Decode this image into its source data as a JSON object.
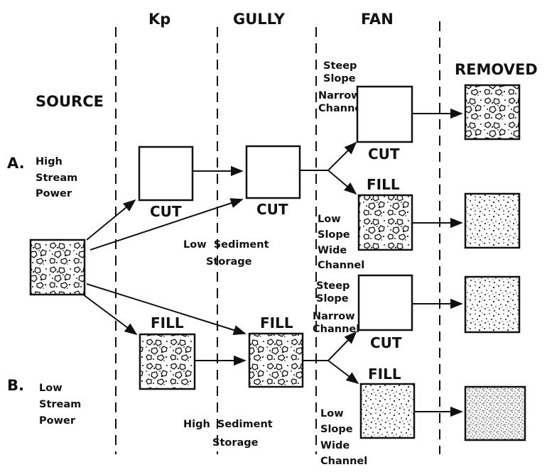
{
  "headers": {
    "source": "SOURCE",
    "kp": "Kp",
    "gully": "GULLY",
    "fan": "FAN",
    "removed": "REMOVED"
  },
  "scenario_a": {
    "letter": "A.",
    "line1": "High",
    "line2": "Stream",
    "line3": "Power"
  },
  "scenario_b": {
    "letter": "B.",
    "line1": "Low",
    "line2": "Stream",
    "line3": "Power"
  },
  "states": {
    "cut": "CUT",
    "fill": "FILL"
  },
  "fan_conditions": {
    "steep_1": "Steep",
    "steep_2": "Slope",
    "narrow_1": "Narrow",
    "narrow_2": "Channel",
    "low_1": "Low",
    "low_2": "Slope",
    "wide_1": "Wide",
    "wide_2": "Channel"
  },
  "storage": {
    "low_line1": "Low  Sediment",
    "low_line2": "Storage",
    "high_line1": "High  Sediment",
    "high_line2": "Storage"
  },
  "colors": {
    "ink": "#111111",
    "paper": "#ffffff"
  }
}
